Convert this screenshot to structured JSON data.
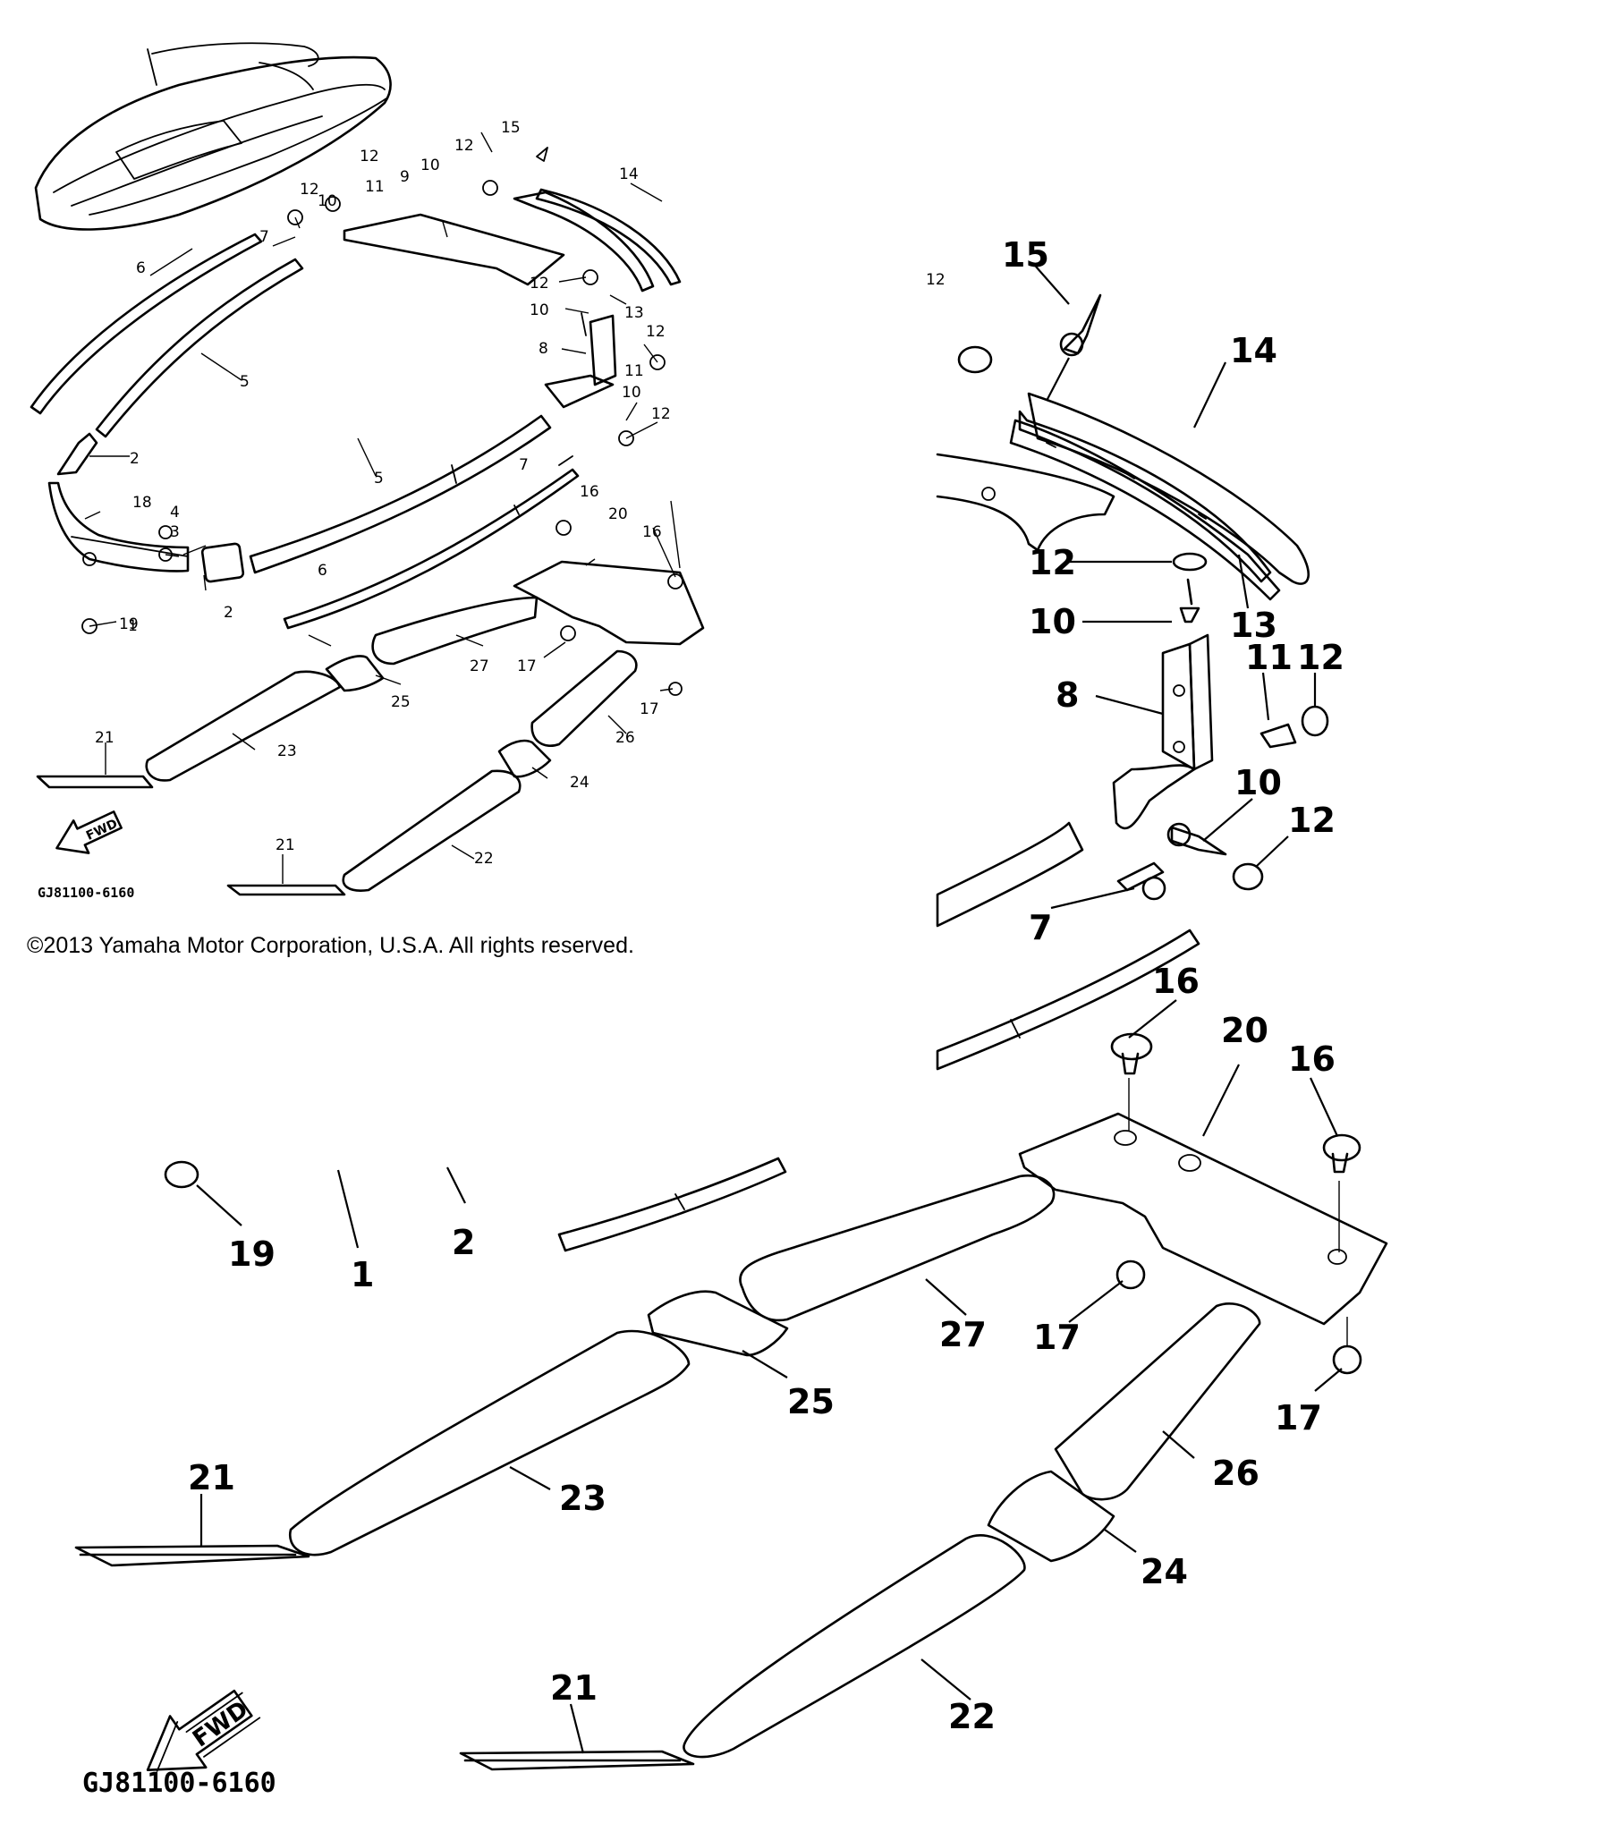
{
  "copyright": "©2013 Yamaha Motor Corporation, U.S.A. All rights reserved.",
  "diagram_code": "GJ81100-6160",
  "fwd_label": "FWD",
  "callouts": {
    "c1": "1",
    "c2": "2",
    "c3": "3",
    "c4": "4",
    "c5": "5",
    "c6": "6",
    "c7": "7",
    "c8": "8",
    "c9": "9",
    "c10": "10",
    "c11": "11",
    "c12": "12",
    "c13": "13",
    "c14": "14",
    "c15": "15",
    "c16": "16",
    "c17": "17",
    "c18": "18",
    "c19": "19",
    "c20": "20",
    "c21": "21",
    "c22": "22",
    "c23": "23",
    "c24": "24",
    "c25": "25",
    "c26": "26",
    "c27": "27"
  }
}
